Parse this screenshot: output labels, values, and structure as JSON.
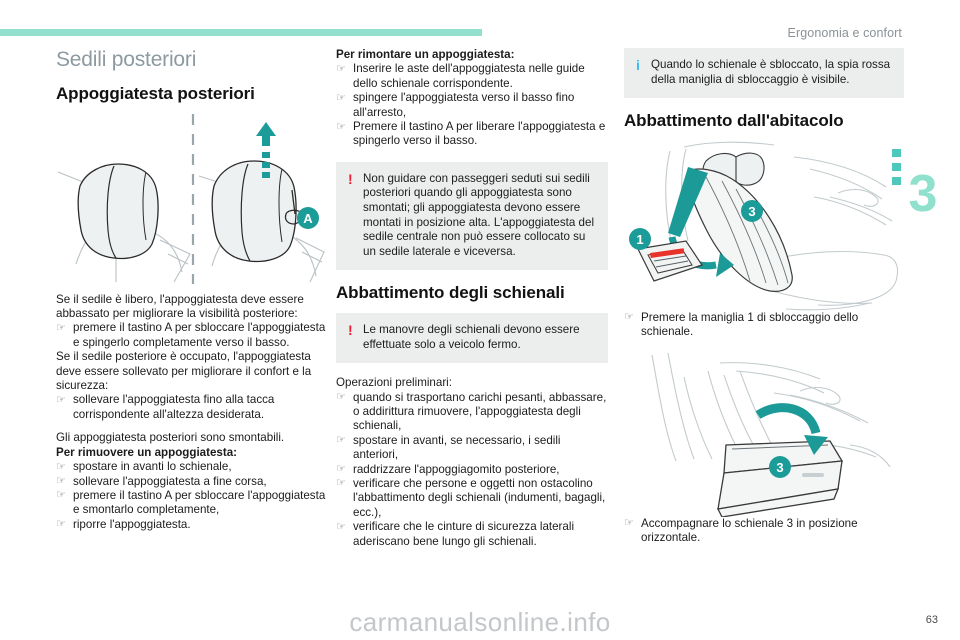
{
  "header": {
    "title": "Ergonomia e confort",
    "chapter_number": "3",
    "rule_color": "#92e0cd"
  },
  "footer": {
    "page_number": "63",
    "watermark": "carmanualsonline.info"
  },
  "colors": {
    "accent_teal": "#1c9c99",
    "rule_teal": "#92e0cd",
    "warning_red": "#ed1c32",
    "info_blue": "#35bdf0",
    "callout_bg": "#eceeee",
    "section_heading_gray": "#8d9aa0"
  },
  "column1": {
    "section_heading": "Sedili posteriori",
    "main_heading": "Appoggiatesta posteriori",
    "figure": {
      "name": "rear-headrest-illustration",
      "badge": "A",
      "arrow_direction": "up"
    },
    "para_1": "Se il sedile è libero, l'appoggiatesta deve essere abbassato per migliorare la visibilità posteriore:",
    "list_1": [
      "premere il tastino A per sbloccare l'appoggiatesta e spingerlo completamente verso il basso."
    ],
    "para_2": "Se il sedile posteriore è occupato, l'appoggiatesta deve essere sollevato per migliorare il confort e la sicurezza:",
    "list_2": [
      "sollevare l'appoggiatesta fino alla tacca corrispondente all'altezza desiderata."
    ],
    "para_3": "Gli appoggiatesta posteriori sono smontabili.",
    "para_4_bold": "Per rimuovere un appoggiatesta:",
    "list_3": [
      "spostare in avanti lo schienale,",
      "sollevare l'appoggiatesta a fine corsa,",
      "premere il tastino A per sbloccare l'appoggiatesta e smontarlo completamente,",
      "riporre l'appoggiatesta."
    ]
  },
  "column2": {
    "heading_bold": "Per rimontare un appoggiatesta:",
    "list_1": [
      "Inserire le aste dell'appoggiatesta nelle guide dello schienale corrispondente.",
      "spingere l'appoggiatesta verso il basso fino all'arresto,",
      "Premere il tastino A per liberare l'appoggiatesta e spingerlo verso il basso."
    ],
    "warning": {
      "icon": "warning-exclamation-icon",
      "text": "Non guidare con passeggeri seduti sui sedili posteriori quando gli appoggiatesta sono smontati; gli appoggiatesta devono essere montati in posizione alta. L'appoggiatesta del sedile centrale non può essere collocato su un sedile laterale e viceversa."
    },
    "main_heading": "Abbattimento degli schienali",
    "warning_2": {
      "icon": "warning-exclamation-icon",
      "text": "Le manovre degli schienali devono essere effettuate solo a veicolo fermo."
    },
    "para_1": "Operazioni preliminari:",
    "list_2": [
      "quando si trasportano carichi pesanti, abbassare, o addirittura rimuovere, l'appoggiatesta degli schienali,",
      "spostare in avanti, se necessario, i sedili anteriori,",
      "raddrizzare l'appoggiagomito posteriore,",
      "verificare che persone e oggetti non ostacolino l'abbattimento degli schienali (indumenti, bagagli, ecc.),",
      "verificare che le cinture di sicurezza laterali aderiscano bene lungo gli schienali."
    ]
  },
  "column3": {
    "info": {
      "icon": "info-i-icon",
      "text": "Quando lo schienale è sbloccato, la spia rossa della maniglia di sbloccaggio è visibile."
    },
    "main_heading": "Abbattimento dall'abitacolo",
    "figure_1": {
      "name": "rear-seat-unlock-handle-illustration",
      "badges": [
        "1",
        "3"
      ]
    },
    "list_1": [
      "Premere la maniglia 1 di sbloccaggio dello schienale."
    ],
    "figure_2": {
      "name": "rear-seatback-folded-illustration",
      "badges": [
        "3"
      ]
    },
    "list_2": [
      "Accompagnare lo schienale 3 in posizione orizzontale."
    ]
  }
}
